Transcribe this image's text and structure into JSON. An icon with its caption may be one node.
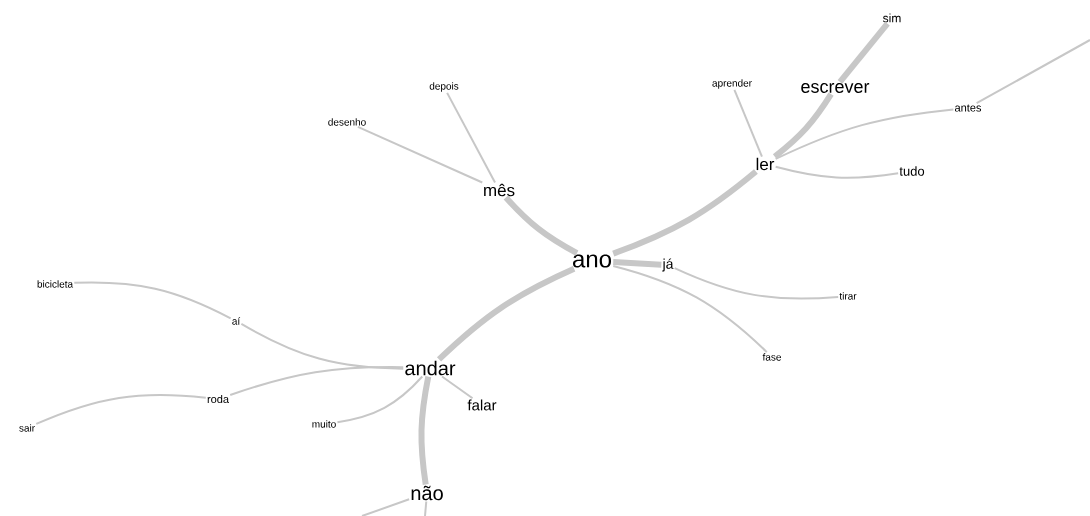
{
  "diagram": {
    "nodes": [
      {
        "text": [
          "depois"
        ]
      },
      {
        "text": [
          "desenho"
        ]
      },
      {
        "text": [
          "mês"
        ]
      },
      {
        "text": [
          "ano"
        ]
      },
      {
        "text": [
          "já"
        ]
      },
      {
        "text": [
          "aprender"
        ]
      },
      {
        "text": [
          "escrever"
        ]
      },
      {
        "text": [
          "sim"
        ]
      },
      {
        "text": [
          "ler"
        ]
      },
      {
        "text": [
          "antes"
        ]
      },
      {
        "text": [
          "tudo"
        ]
      },
      {
        "text": [
          "tirar"
        ]
      },
      {
        "text": [
          "fase"
        ]
      },
      {
        "text": [
          "bicicleta"
        ]
      },
      {
        "text": [
          "aí"
        ]
      },
      {
        "text": [
          "andar"
        ]
      },
      {
        "text": [
          "roda"
        ]
      },
      {
        "text": [
          "sair"
        ]
      },
      {
        "text": [
          "muito"
        ]
      },
      {
        "text": [
          "falar"
        ]
      },
      {
        "text": [
          "não"
        ]
      }
    ],
    "edges": [
      {
        "from": 3,
        "to": 2,
        "arrow": "none",
        "style": "thick"
      },
      {
        "from": 2,
        "to": 0,
        "arrow": "none"
      },
      {
        "from": 2,
        "to": 1,
        "arrow": "none"
      },
      {
        "from": 3,
        "to": 4,
        "arrow": "none",
        "style": "thick"
      },
      {
        "from": 3,
        "to": 8,
        "arrow": "none",
        "style": "thick"
      },
      {
        "from": 8,
        "to": 5,
        "arrow": "none"
      },
      {
        "from": 8,
        "to": 6,
        "arrow": "none",
        "style": "thick"
      },
      {
        "from": 6,
        "to": 7,
        "arrow": "none",
        "style": "thick"
      },
      {
        "from": 8,
        "to": 9,
        "arrow": "none"
      },
      {
        "from": 9,
        "to": null,
        "arrow": "none"
      },
      {
        "from": 8,
        "to": 10,
        "arrow": "none"
      },
      {
        "from": 4,
        "to": 11,
        "arrow": "none"
      },
      {
        "from": 3,
        "to": 12,
        "arrow": "none"
      },
      {
        "from": 3,
        "to": 15,
        "arrow": "none",
        "style": "thick"
      },
      {
        "from": 15,
        "to": 14,
        "arrow": "none"
      },
      {
        "from": 14,
        "to": 13,
        "arrow": "none"
      },
      {
        "from": 15,
        "to": 16,
        "arrow": "none"
      },
      {
        "from": 16,
        "to": 17,
        "arrow": "none"
      },
      {
        "from": 15,
        "to": 18,
        "arrow": "none"
      },
      {
        "from": 15,
        "to": 19,
        "arrow": "none"
      },
      {
        "from": 15,
        "to": 20,
        "arrow": "none",
        "style": "thick"
      },
      {
        "from": 20,
        "to": null,
        "arrow": "none"
      },
      {
        "from": 20,
        "to": null,
        "arrow": "none"
      }
    ]
  }
}
